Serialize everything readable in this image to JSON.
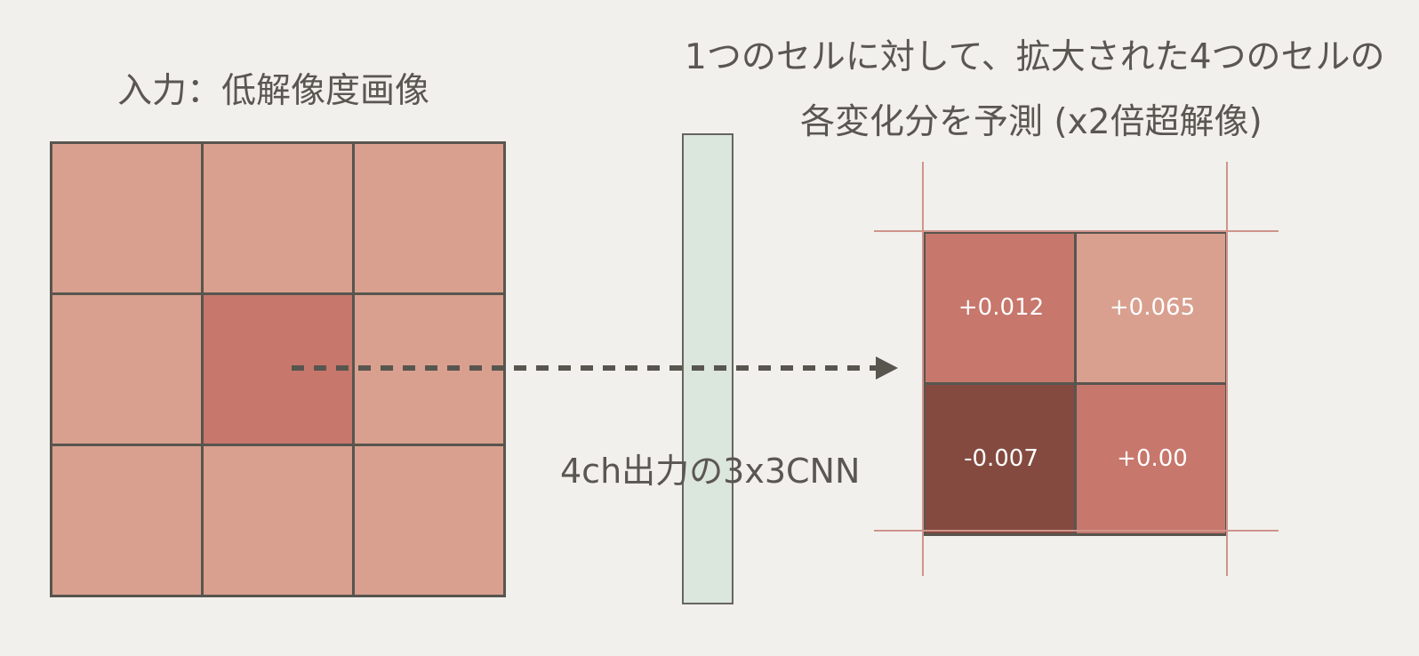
{
  "input_title": "入力：低解像度画像",
  "output_title": {
    "line1": "1つのセルに対して、拡大された4つのセルの",
    "line2": "各変化分を予測 (x2倍超解像)"
  },
  "cnn_label": "4ch出力の3x3CNN",
  "output_cells": [
    {
      "value": "+0.012",
      "color": "#c7776c"
    },
    {
      "value": "+0.065",
      "color": "#d9a08f"
    },
    {
      "value": "-0.007",
      "color": "#844a40"
    },
    {
      "value": "+0.00",
      "color": "#c7776c"
    }
  ],
  "colors": {
    "input_cell": "#d9a08f",
    "input_center_cell": "#c7776c",
    "grid_line": "#58554f",
    "cnn_bar": "#dbe6dc",
    "guide_line": "#cf958c",
    "arrow": "#58554f"
  }
}
